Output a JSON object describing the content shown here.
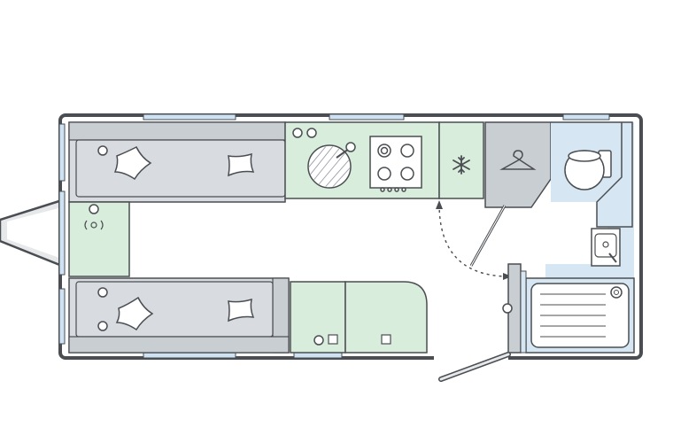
{
  "colors": {
    "background": "#ffffff",
    "wall": "#4a4e52",
    "window": "#cfe2f3",
    "seat": "#d8dce0",
    "seat_back": "#c9ced3",
    "kitchen": "#d9eddc",
    "washroom": "#d6e6f2",
    "wardrobe": "#c9ced3",
    "line": "#4a4e52"
  },
  "zones": [
    {
      "name": "front-seat-upper",
      "kind": "seat"
    },
    {
      "name": "front-seat-lower",
      "kind": "seat"
    },
    {
      "name": "front-table-chest",
      "kind": "kitchen"
    },
    {
      "name": "kitchen-worktop",
      "kind": "kitchen"
    },
    {
      "name": "fridge",
      "kind": "kitchen"
    },
    {
      "name": "wardrobe",
      "kind": "wardrobe"
    },
    {
      "name": "washroom",
      "kind": "washroom"
    },
    {
      "name": "side-unit-left",
      "kind": "kitchen"
    },
    {
      "name": "side-unit-right",
      "kind": "kitchen"
    },
    {
      "name": "shower-tray",
      "kind": "washroom"
    }
  ],
  "icons": [
    "pillow-icon",
    "hob-icon",
    "sink-icon",
    "snowflake-icon",
    "hanger-icon",
    "toilet-icon",
    "basin-icon",
    "shower-icon",
    "speaker-icon",
    "socket-icon"
  ]
}
